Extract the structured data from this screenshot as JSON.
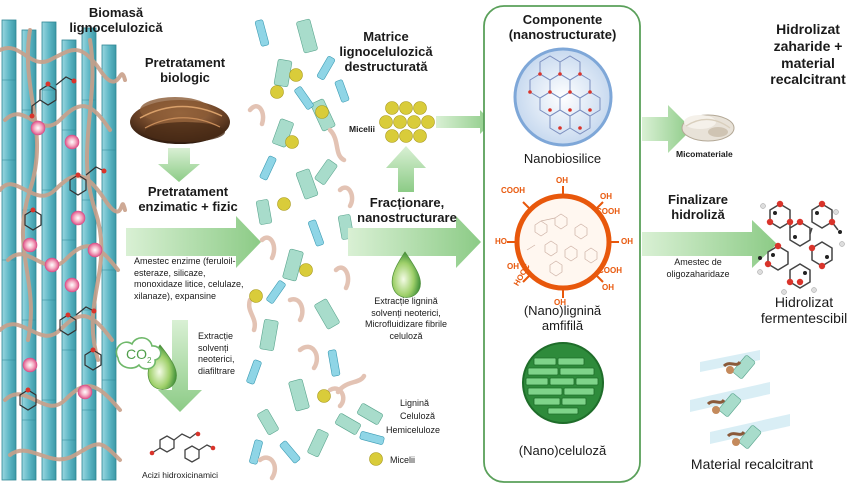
{
  "labels": {
    "biomass": [
      "Biomasă",
      "lignocelulozică"
    ],
    "pretreat_bio": [
      "Pretratament",
      "biologic"
    ],
    "pretreat_enz": [
      "Pretratament",
      "enzimatic + fizic"
    ],
    "enzyme_mix": [
      "Amestec enzime (feruloil-",
      "esteraze, silicaze,",
      "monoxidaze litice, celulaze,",
      "xilanaze), expansine"
    ],
    "extraction_solvents": [
      "Extracție",
      "solvenți",
      "neoterici,",
      "diafiltrare"
    ],
    "co2": "CO",
    "hydroxy_acids": "Acizi hidroxicinamici",
    "matrix": [
      "Matrice",
      "lignocelulozică",
      "destructurată"
    ],
    "micelle_top": "Micelii",
    "fractionation": [
      "Fracționare,",
      "nanostructurare"
    ],
    "lignin_extraction": [
      "Extracție lignină",
      "solvenți neoterici,",
      "Microfluidizare fibrile",
      "celuloză"
    ],
    "legend": {
      "lignin": "Lignină",
      "cellulose": "Celuloză",
      "hemicellulose": "Hemiceluloze",
      "micelle": "Micelii"
    },
    "components": [
      "Componente",
      "(nanostructurate)"
    ],
    "nanobiosilica": "Nanobiosilice",
    "nanolignin": [
      "(Nano)lignină",
      "amfifilă"
    ],
    "nanocellulose": "(Nano)celuloză",
    "hydrolyzate_title": [
      "Hidrolizat",
      "zaharide +",
      "material",
      "recalcitrant"
    ],
    "micromaterials": "Micomateriale",
    "finalize": [
      "Finalizare",
      "hidroliză"
    ],
    "oligo": [
      "Amestec de",
      "oligozaharidaze"
    ],
    "fermentable": [
      "Hidrolizat",
      "fermentescibil"
    ],
    "recalcitrant": "Material recalcitrant"
  },
  "chem_groups": {
    "oh": "OH",
    "cooh": "COOH",
    "hooc": "HOOC",
    "ho": "HO"
  },
  "colors": {
    "fiber": "#5fb8c6",
    "fiber_stroke": "#2f8795",
    "hemicellulose": "#a8dccb",
    "lignin_strand": "#c9a08a",
    "micelle": "#d9cc3a",
    "arrow": "#9fd49a",
    "lignin_ring": "#e8580c",
    "cellulose_green": "#2e8b3b",
    "panel_border": "#5aa05a"
  }
}
